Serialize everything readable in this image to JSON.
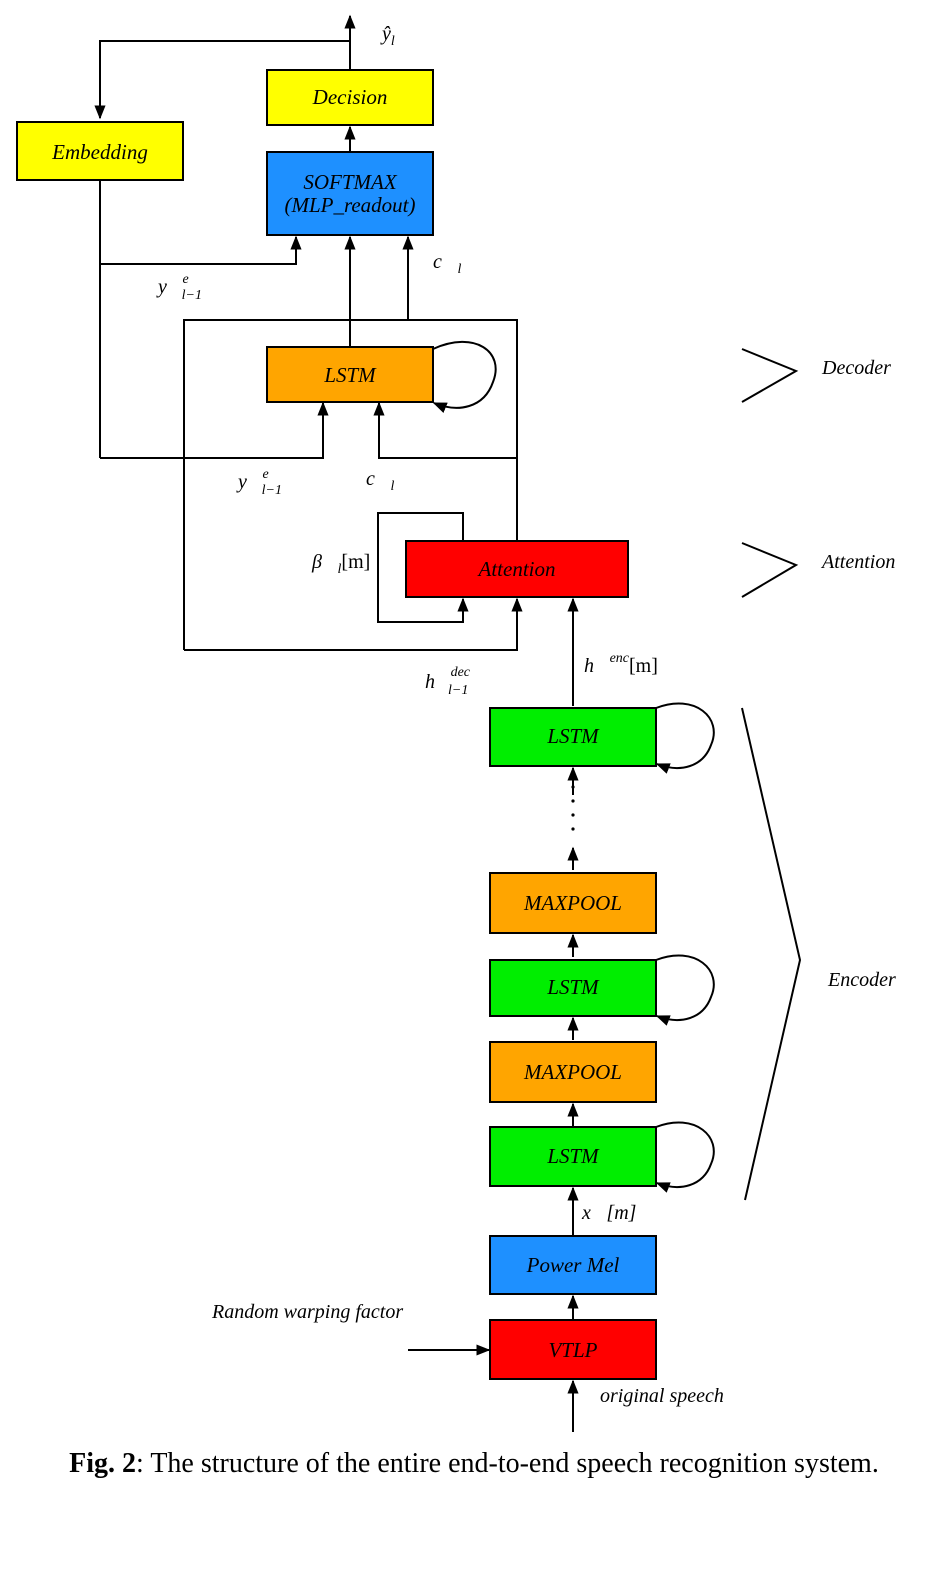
{
  "blocks": {
    "decision": "Decision",
    "embedding": "Embedding",
    "softmax_line1": "SOFTMAX",
    "softmax_line2": "(MLP_readout)",
    "lstm_decoder": "LSTM",
    "attention": "Attention",
    "lstm_enc_top": "LSTM",
    "maxpool_upper": "MAXPOOL",
    "lstm_enc_mid": "LSTM",
    "maxpool_lower": "MAXPOOL",
    "lstm_enc_bottom": "LSTM",
    "power_mel": "Power Mel",
    "vtlp": "VTLP"
  },
  "labels": {
    "y_hat": "ŷ",
    "y_hat_sub": "l",
    "c_l": "c⃗",
    "c_l_sub": "l",
    "y_prev": "y⃗",
    "y_prev_sup": "e",
    "y_prev_sub": "l−1",
    "beta": "β⃗",
    "beta_sub": "l",
    "beta_idx": "[m]",
    "h_dec": "h⃗",
    "h_dec_sup": "dec",
    "h_dec_sub": "l−1",
    "h_enc": "h⃗",
    "h_enc_sup": "enc",
    "h_enc_idx": "[m]",
    "x_m": "x⃗[m]",
    "random_warping": "Random warping factor",
    "original_speech": "original speech",
    "decoder": "Decoder",
    "attention_group": "Attention",
    "encoder": "Encoder"
  },
  "caption": {
    "prefix": "Fig. 2",
    "text": ": The structure of the entire end-to-end speech recognition system."
  },
  "colors": {
    "yellow": "#ffff00",
    "blue": "#1e90ff",
    "orange": "#ffa500",
    "red": "#ff0000",
    "green": "#00ee00"
  }
}
